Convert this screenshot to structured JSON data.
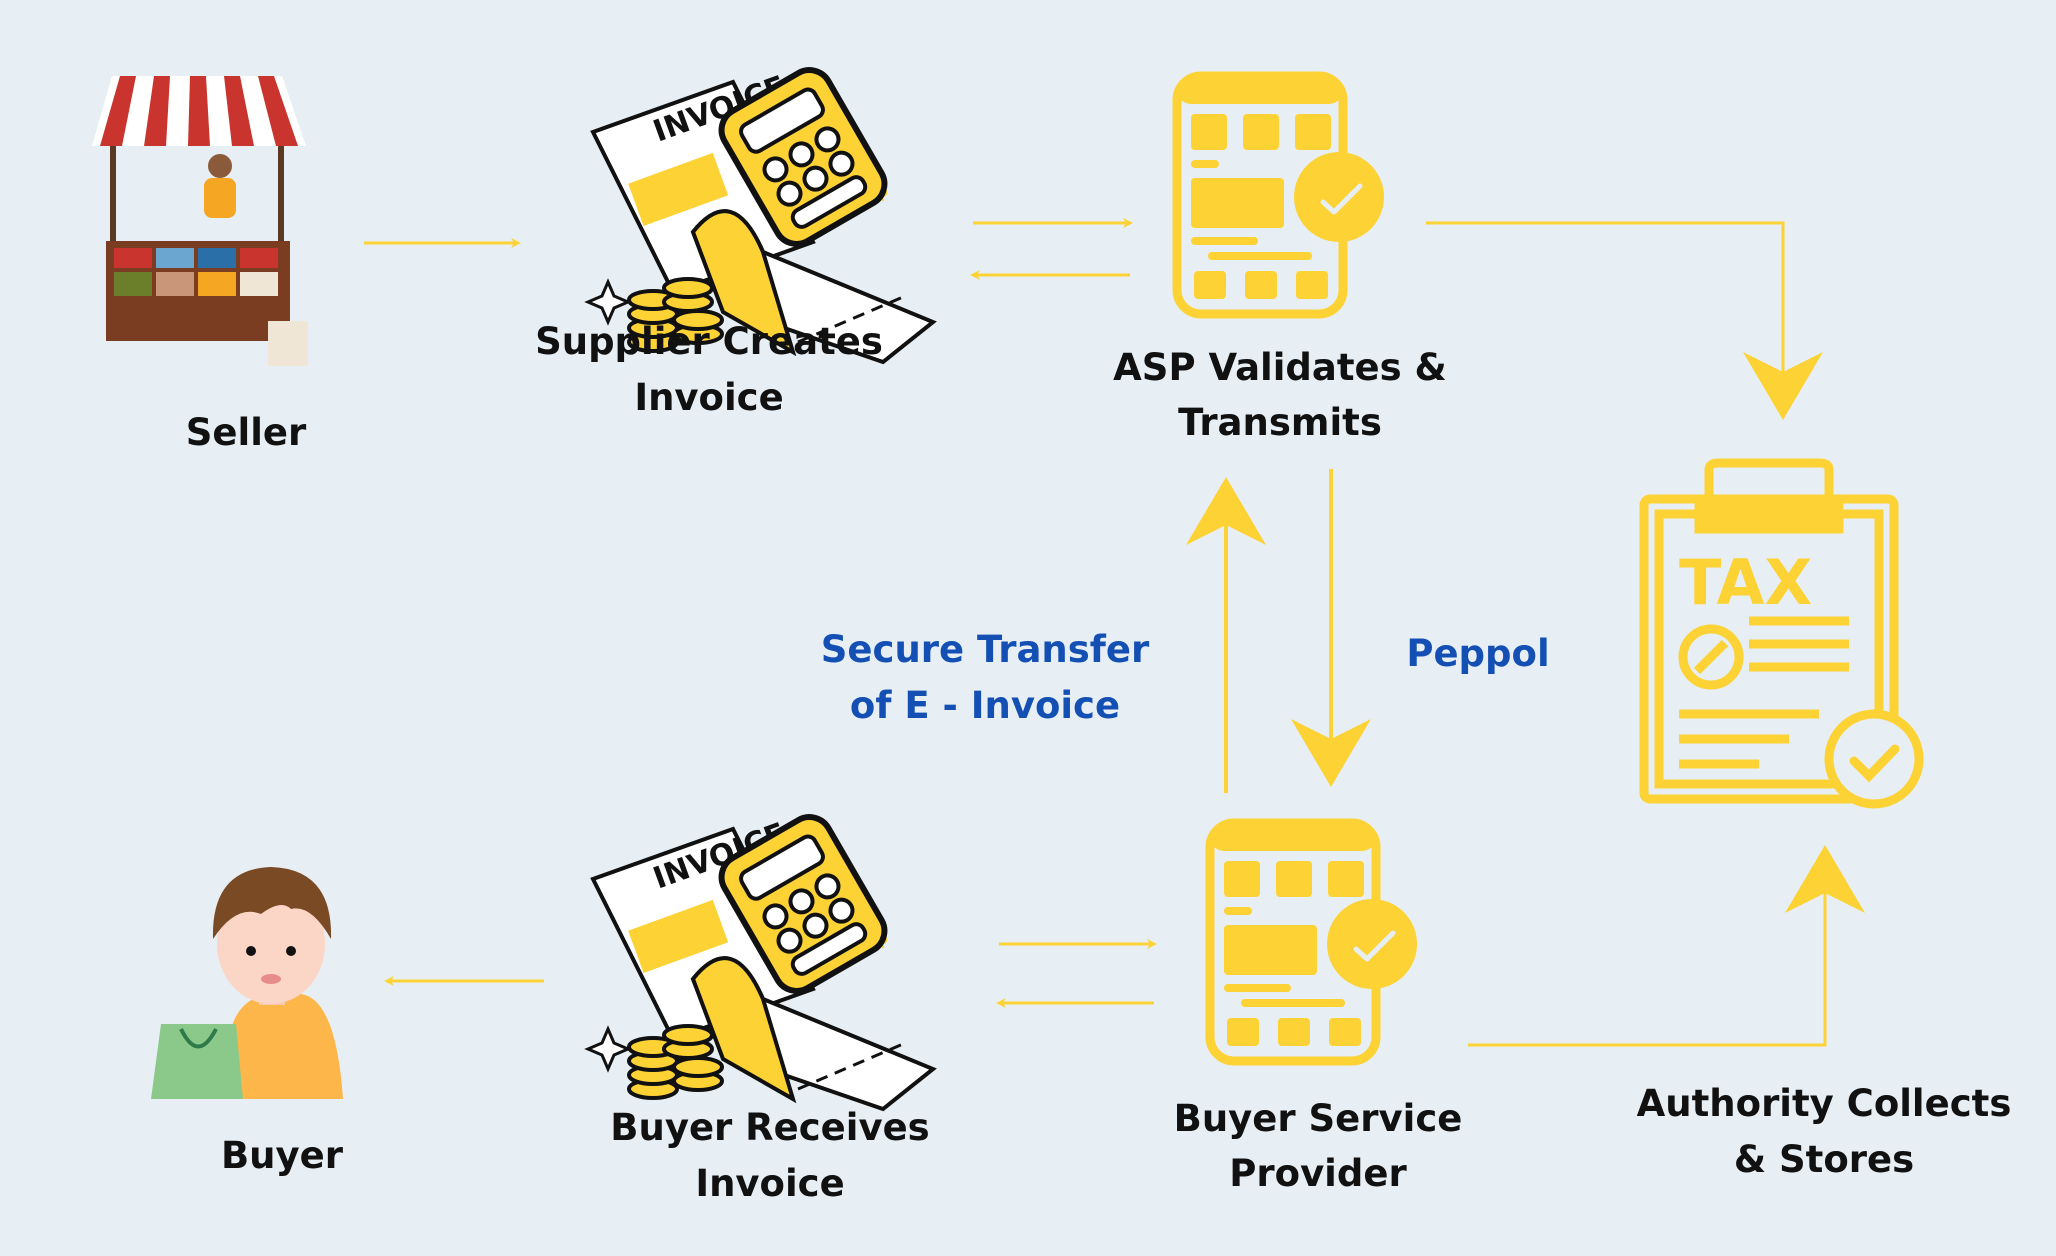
{
  "colors": {
    "background": "#e7eff4",
    "accent": "#fdd235",
    "connector_label": "#1450b4",
    "text": "#111111"
  },
  "nodes": {
    "seller": {
      "label": "Seller",
      "icon": "market-stall-icon"
    },
    "supplier": {
      "line1": "Supplier Creates",
      "line2": "Invoice",
      "icon": "invoice-calculator-icon",
      "invoice_word": "INVOICE",
      "money": "$$$"
    },
    "asp": {
      "line1": "ASP Validates &",
      "line2": "Transmits",
      "icon": "phone-check-icon"
    },
    "authority": {
      "line1": "Authority Collects",
      "line2": "& Stores",
      "icon": "tax-clipboard-icon",
      "tax_word": "TAX"
    },
    "buyer_sp": {
      "line1": "Buyer Service",
      "line2": "Provider",
      "icon": "phone-check-icon"
    },
    "buyer_invoice": {
      "line1": "Buyer Receives",
      "line2": "Invoice",
      "icon": "invoice-calculator-icon",
      "invoice_word": "INVOICE",
      "money": "$$$"
    },
    "buyer": {
      "label": "Buyer",
      "icon": "buyer-person-icon"
    }
  },
  "edges": {
    "secure_transfer": {
      "line1": "Secure Transfer",
      "line2": "of E - Invoice"
    },
    "peppol": {
      "label": "Peppol"
    }
  }
}
